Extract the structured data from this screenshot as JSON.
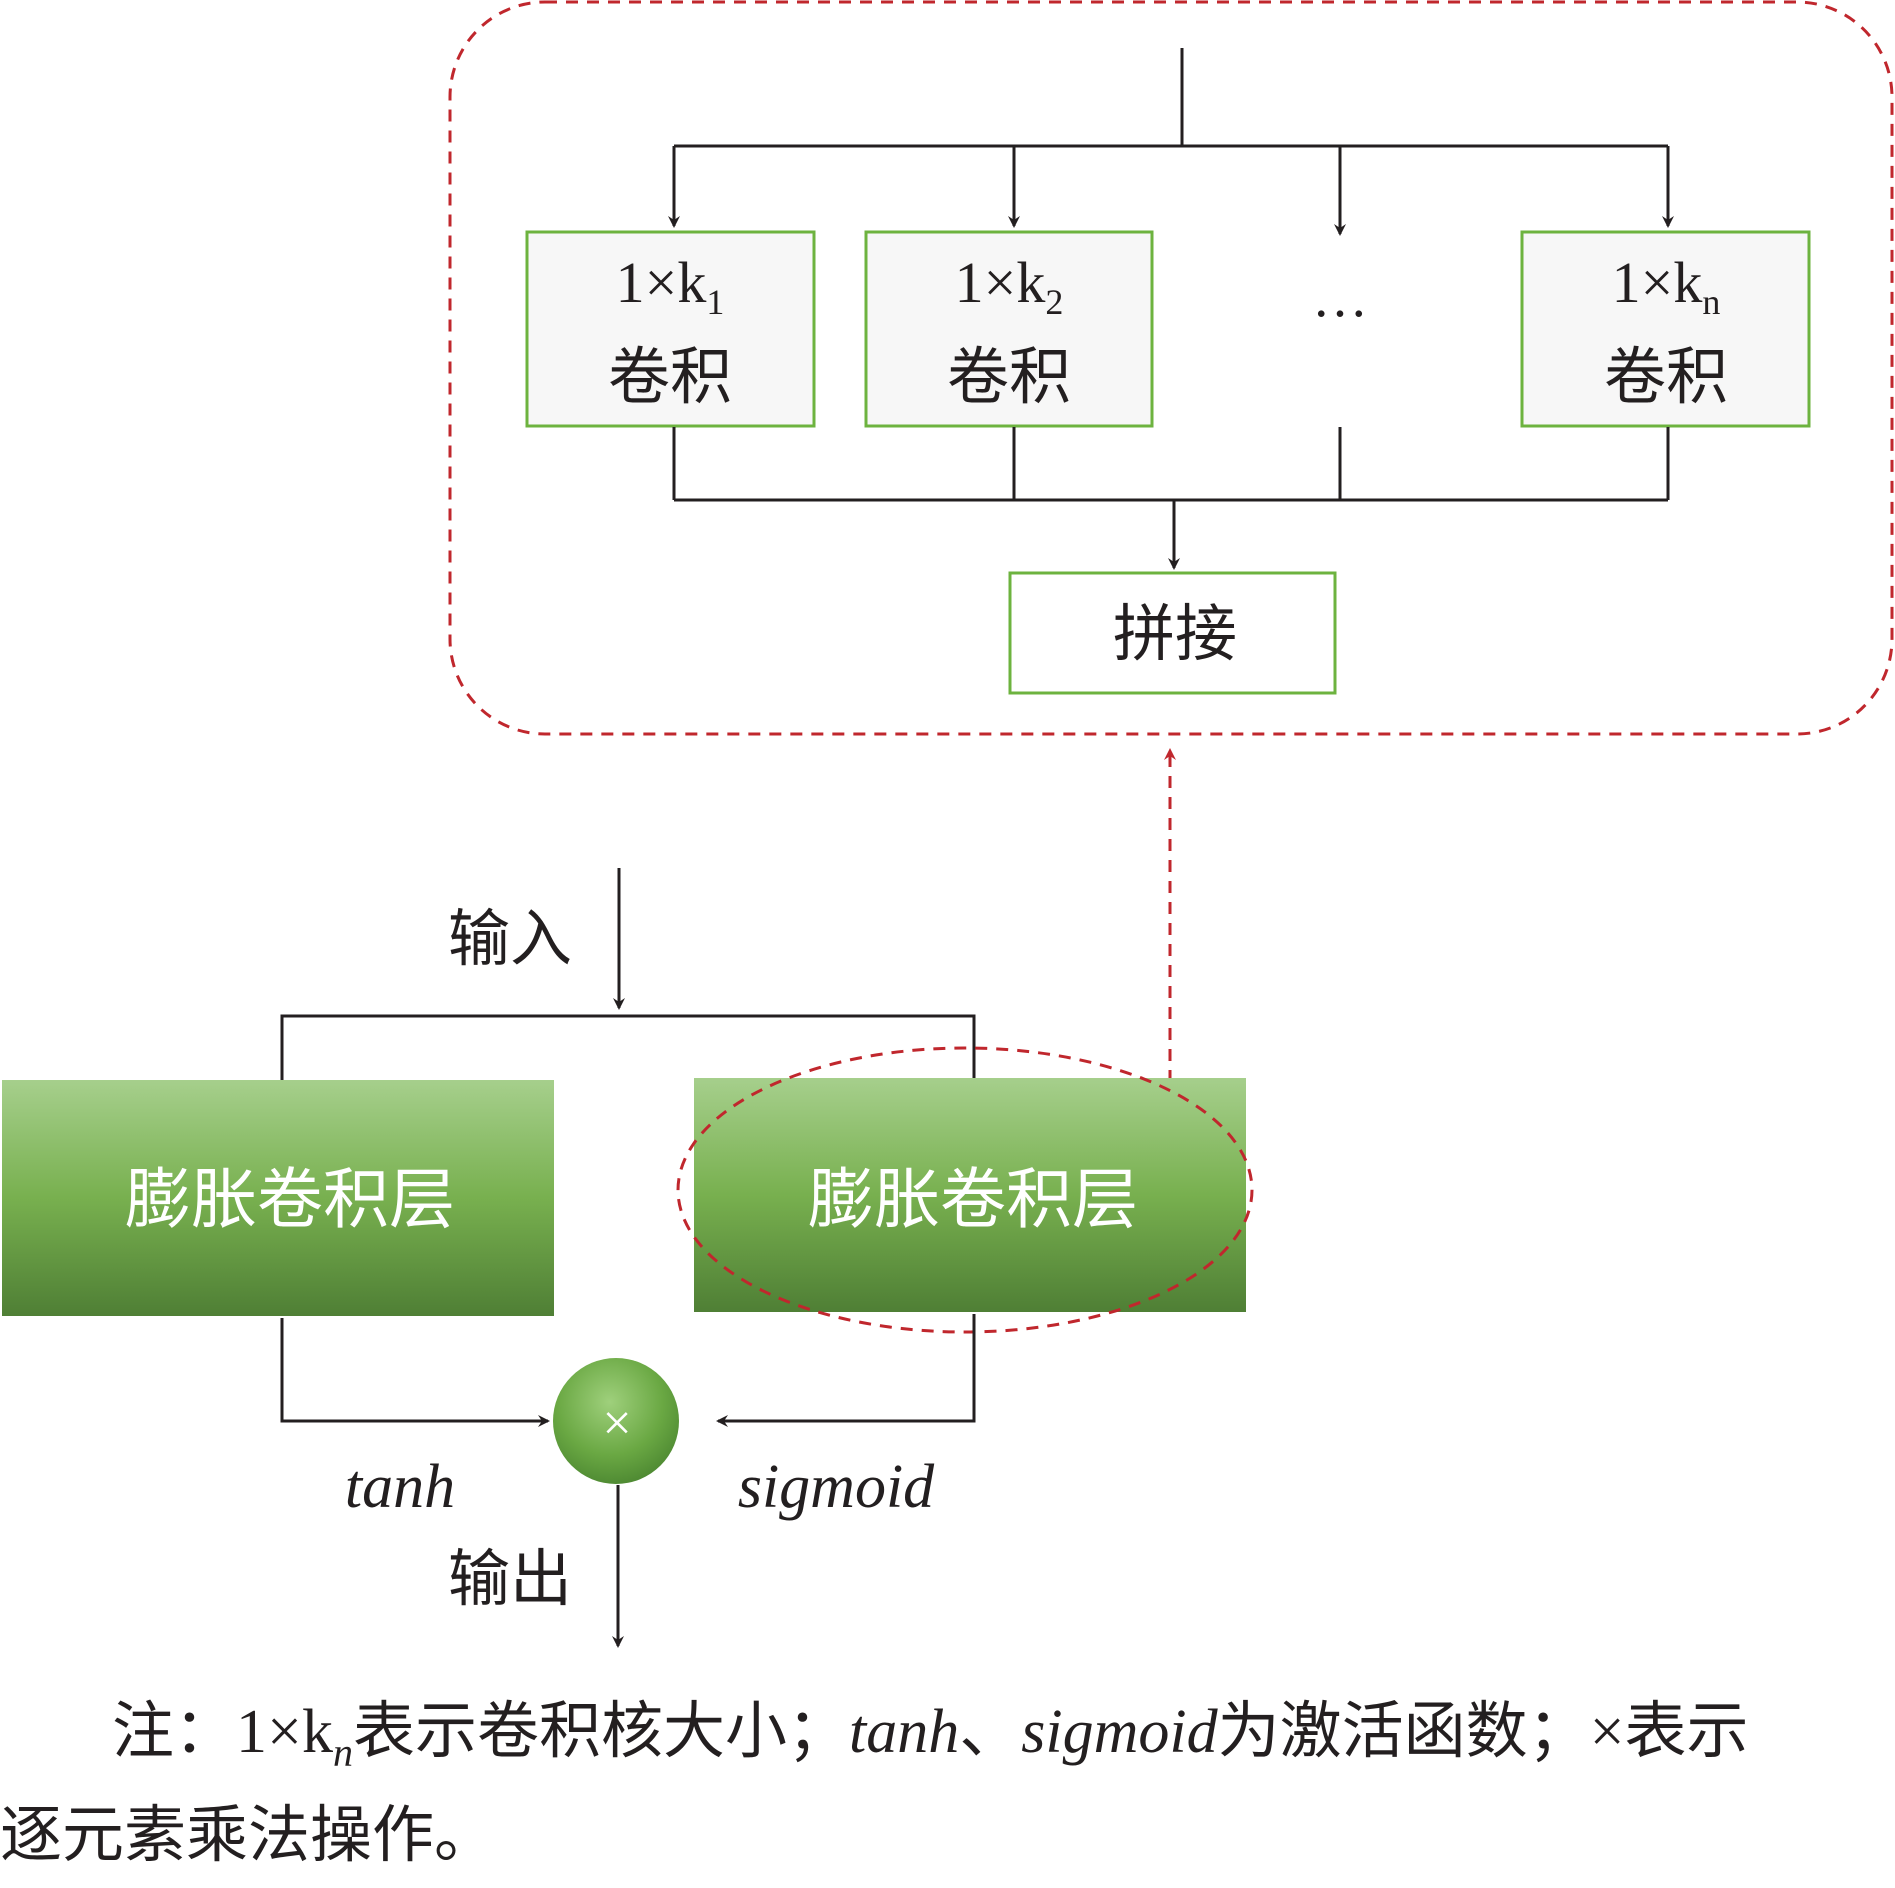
{
  "colors": {
    "line": "#231f20",
    "green_border": "#6db33f",
    "box_fill": "#f7f7f7",
    "dash_red": "#c0272d",
    "green_top": "#a6cf8c",
    "green_bottom": "#4f7f35"
  },
  "module": {
    "branches": [
      {
        "kernel_base": "1×k",
        "kernel_sub": "1",
        "label": "卷积"
      },
      {
        "kernel_base": "1×k",
        "kernel_sub": "2",
        "label": "卷积"
      },
      {
        "kernel_base": "1×k",
        "kernel_sub": "n",
        "label": "卷积"
      }
    ],
    "ellipsis": "…",
    "concat_label": "拼接"
  },
  "main": {
    "input_label": "输入",
    "left_layer_label": "膨胀卷积层",
    "right_layer_label": "膨胀卷积层",
    "left_activation": "tanh",
    "right_activation": "sigmoid",
    "multiply_symbol": "×",
    "output_label": "输出"
  },
  "note": {
    "prefix": "注：1×k",
    "sub": "n",
    "part1": "表示卷积核大小；",
    "tanh": "tanh",
    "sep": "、",
    "sigmoid": "sigmoid",
    "part2": "为激活函数；×表示",
    "line2": "逐元素乘法操作。"
  }
}
